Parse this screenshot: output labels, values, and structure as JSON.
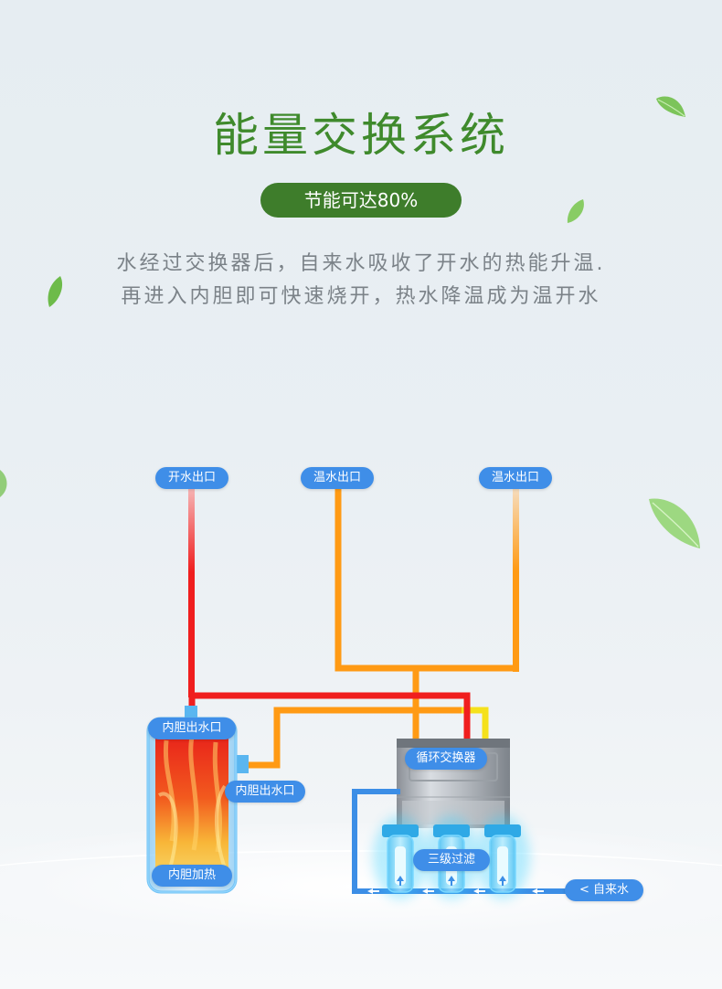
{
  "header": {
    "title": "能量交换系统",
    "badge": "节能可达80%",
    "desc_line1": "水经过交换器后，自来水吸收了开水的热能升温.",
    "desc_line2": "再进入内胆即可快速烧开，热水降温成为温开水"
  },
  "labels": {
    "boiling_outlet": "开水出口",
    "warm_outlet_1": "温水出口",
    "warm_outlet_2": "温水出口",
    "tank_outlet_top": "内胆出水口",
    "tank_outlet_side": "内胆出水口",
    "tank_heating": "内胆加热",
    "exchanger": "循环交换器",
    "filter": "三级过滤",
    "tap_water": "< 自来水"
  },
  "colors": {
    "title": "#3f8a2c",
    "badge": "#3e7d2b",
    "hot_pipe": "#f01e1e",
    "warm_pipe": "#ff9a14",
    "yellow_pipe": "#f5e11c",
    "cold_pipe": "#3c8ee6",
    "tag": "#3f8ee8"
  }
}
